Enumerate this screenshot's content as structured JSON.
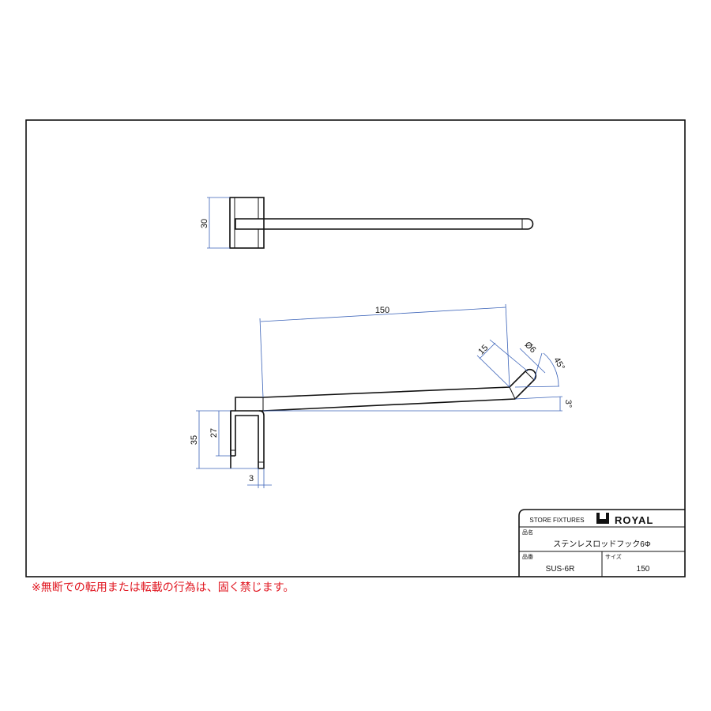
{
  "dimensions": {
    "height_top": "30",
    "length": "150",
    "tip_length": "15",
    "diameter": "Ø6",
    "tip_angle": "45°",
    "rod_angle": "3°",
    "hook_height": "35",
    "hook_inner": "27",
    "plate_thickness": "3"
  },
  "title_block": {
    "category": "STORE FIXTURES",
    "brand": "ROYAL",
    "product_name_label": "品名",
    "product_name": "ステンレスロッドフック6Φ",
    "part_no_label": "品番",
    "part_no": "SUS-6R",
    "size_label": "サイズ",
    "size": "150"
  },
  "notice": "※無断での転用または転載の行為は、固く禁じます。",
  "colors": {
    "dimension": "#3a62b8",
    "notice": "#e0141e"
  }
}
